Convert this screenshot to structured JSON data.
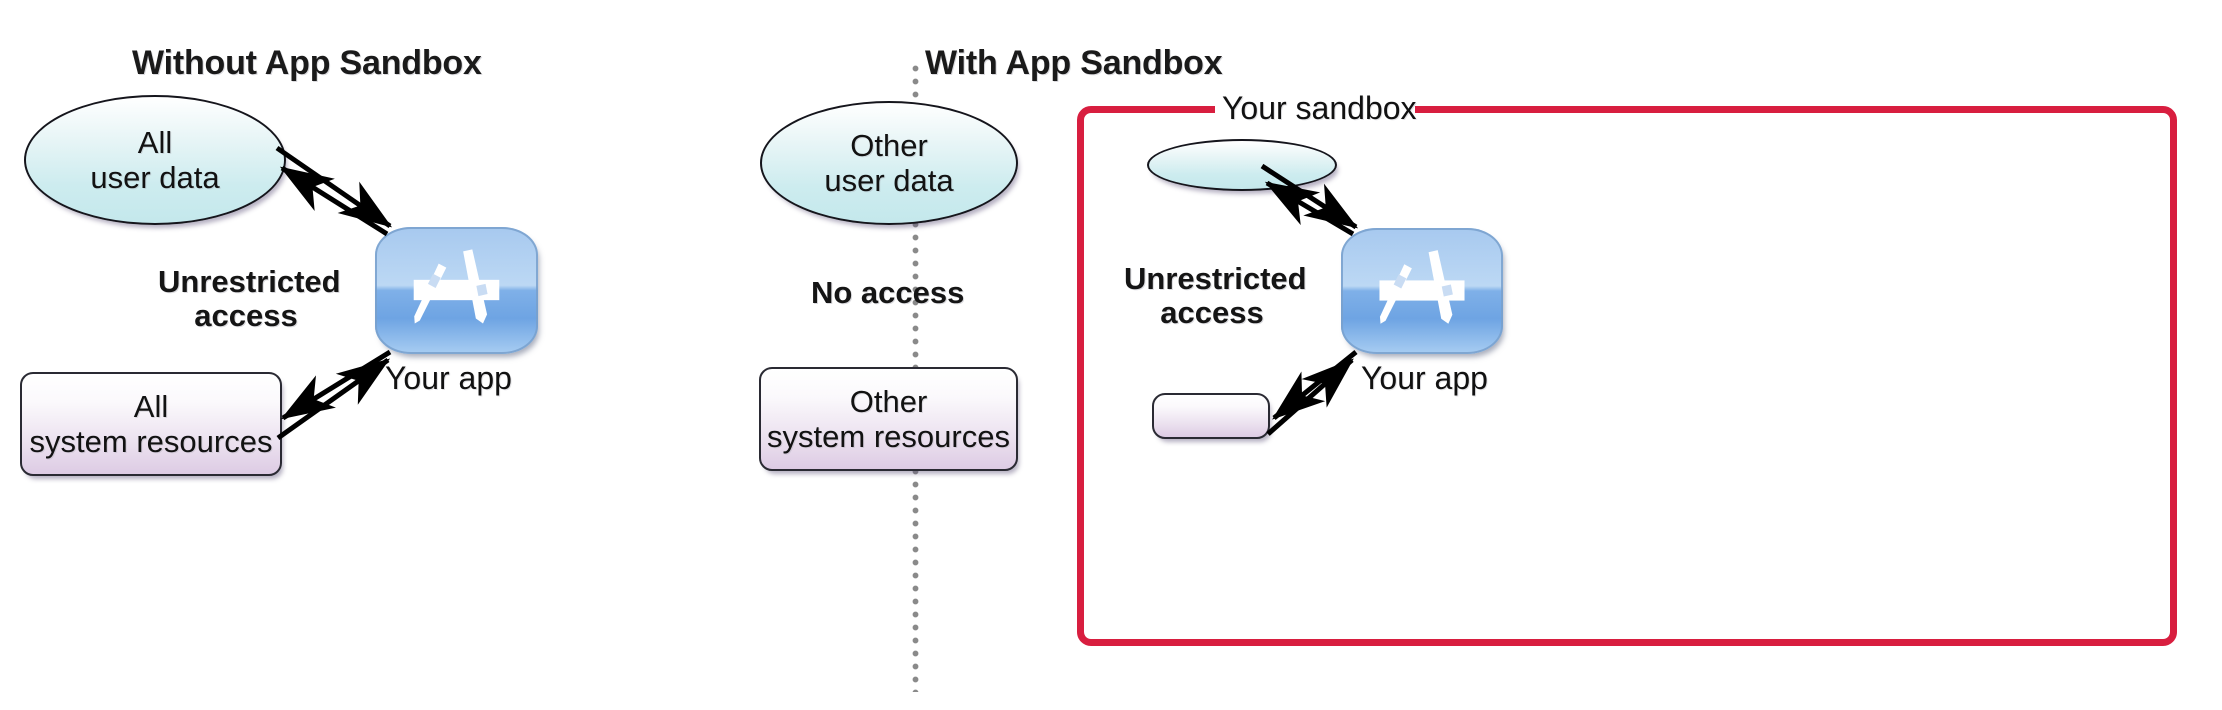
{
  "figure": {
    "kind": "app-sandbox-comparison-diagram"
  },
  "divider": {
    "name": "vertical-dotted-divider",
    "color": "#8a8a8a"
  },
  "left_panel": {
    "title": "Without App Sandbox",
    "access_label": {
      "line1": "Unrestricted",
      "line2": "access"
    },
    "user_data_node": {
      "line1": "All",
      "line2": "user data"
    },
    "system_resources_node": {
      "line1": "All",
      "line2": "system resources"
    },
    "app_caption": "Your app",
    "app_icon": "app-store-icon"
  },
  "right_panel": {
    "title": "With App Sandbox",
    "access_label": "No access",
    "user_data_node": {
      "line1": "Other",
      "line2": "user data"
    },
    "system_resources_node": {
      "line1": "Other",
      "line2": "system resources"
    },
    "sandbox": {
      "title": "Your sandbox",
      "border_color": "#d81e3f",
      "access_label": {
        "line1": "Unrestricted",
        "line2": "access"
      },
      "app_caption": "Your app",
      "app_icon": "app-store-icon",
      "sandboxed_user_data_node": "",
      "sandboxed_system_resource_node": ""
    }
  },
  "colors": {
    "ellipse_fill_top": "#ffffff",
    "ellipse_fill_bottom": "#c4e8ec",
    "box_fill_top": "#ffffff",
    "box_fill_bottom": "#ddcbe4",
    "app_icon_blue": "#6ea4e3",
    "sandbox_red": "#d81e3f",
    "text": "#111111",
    "background": "#ffffff"
  }
}
